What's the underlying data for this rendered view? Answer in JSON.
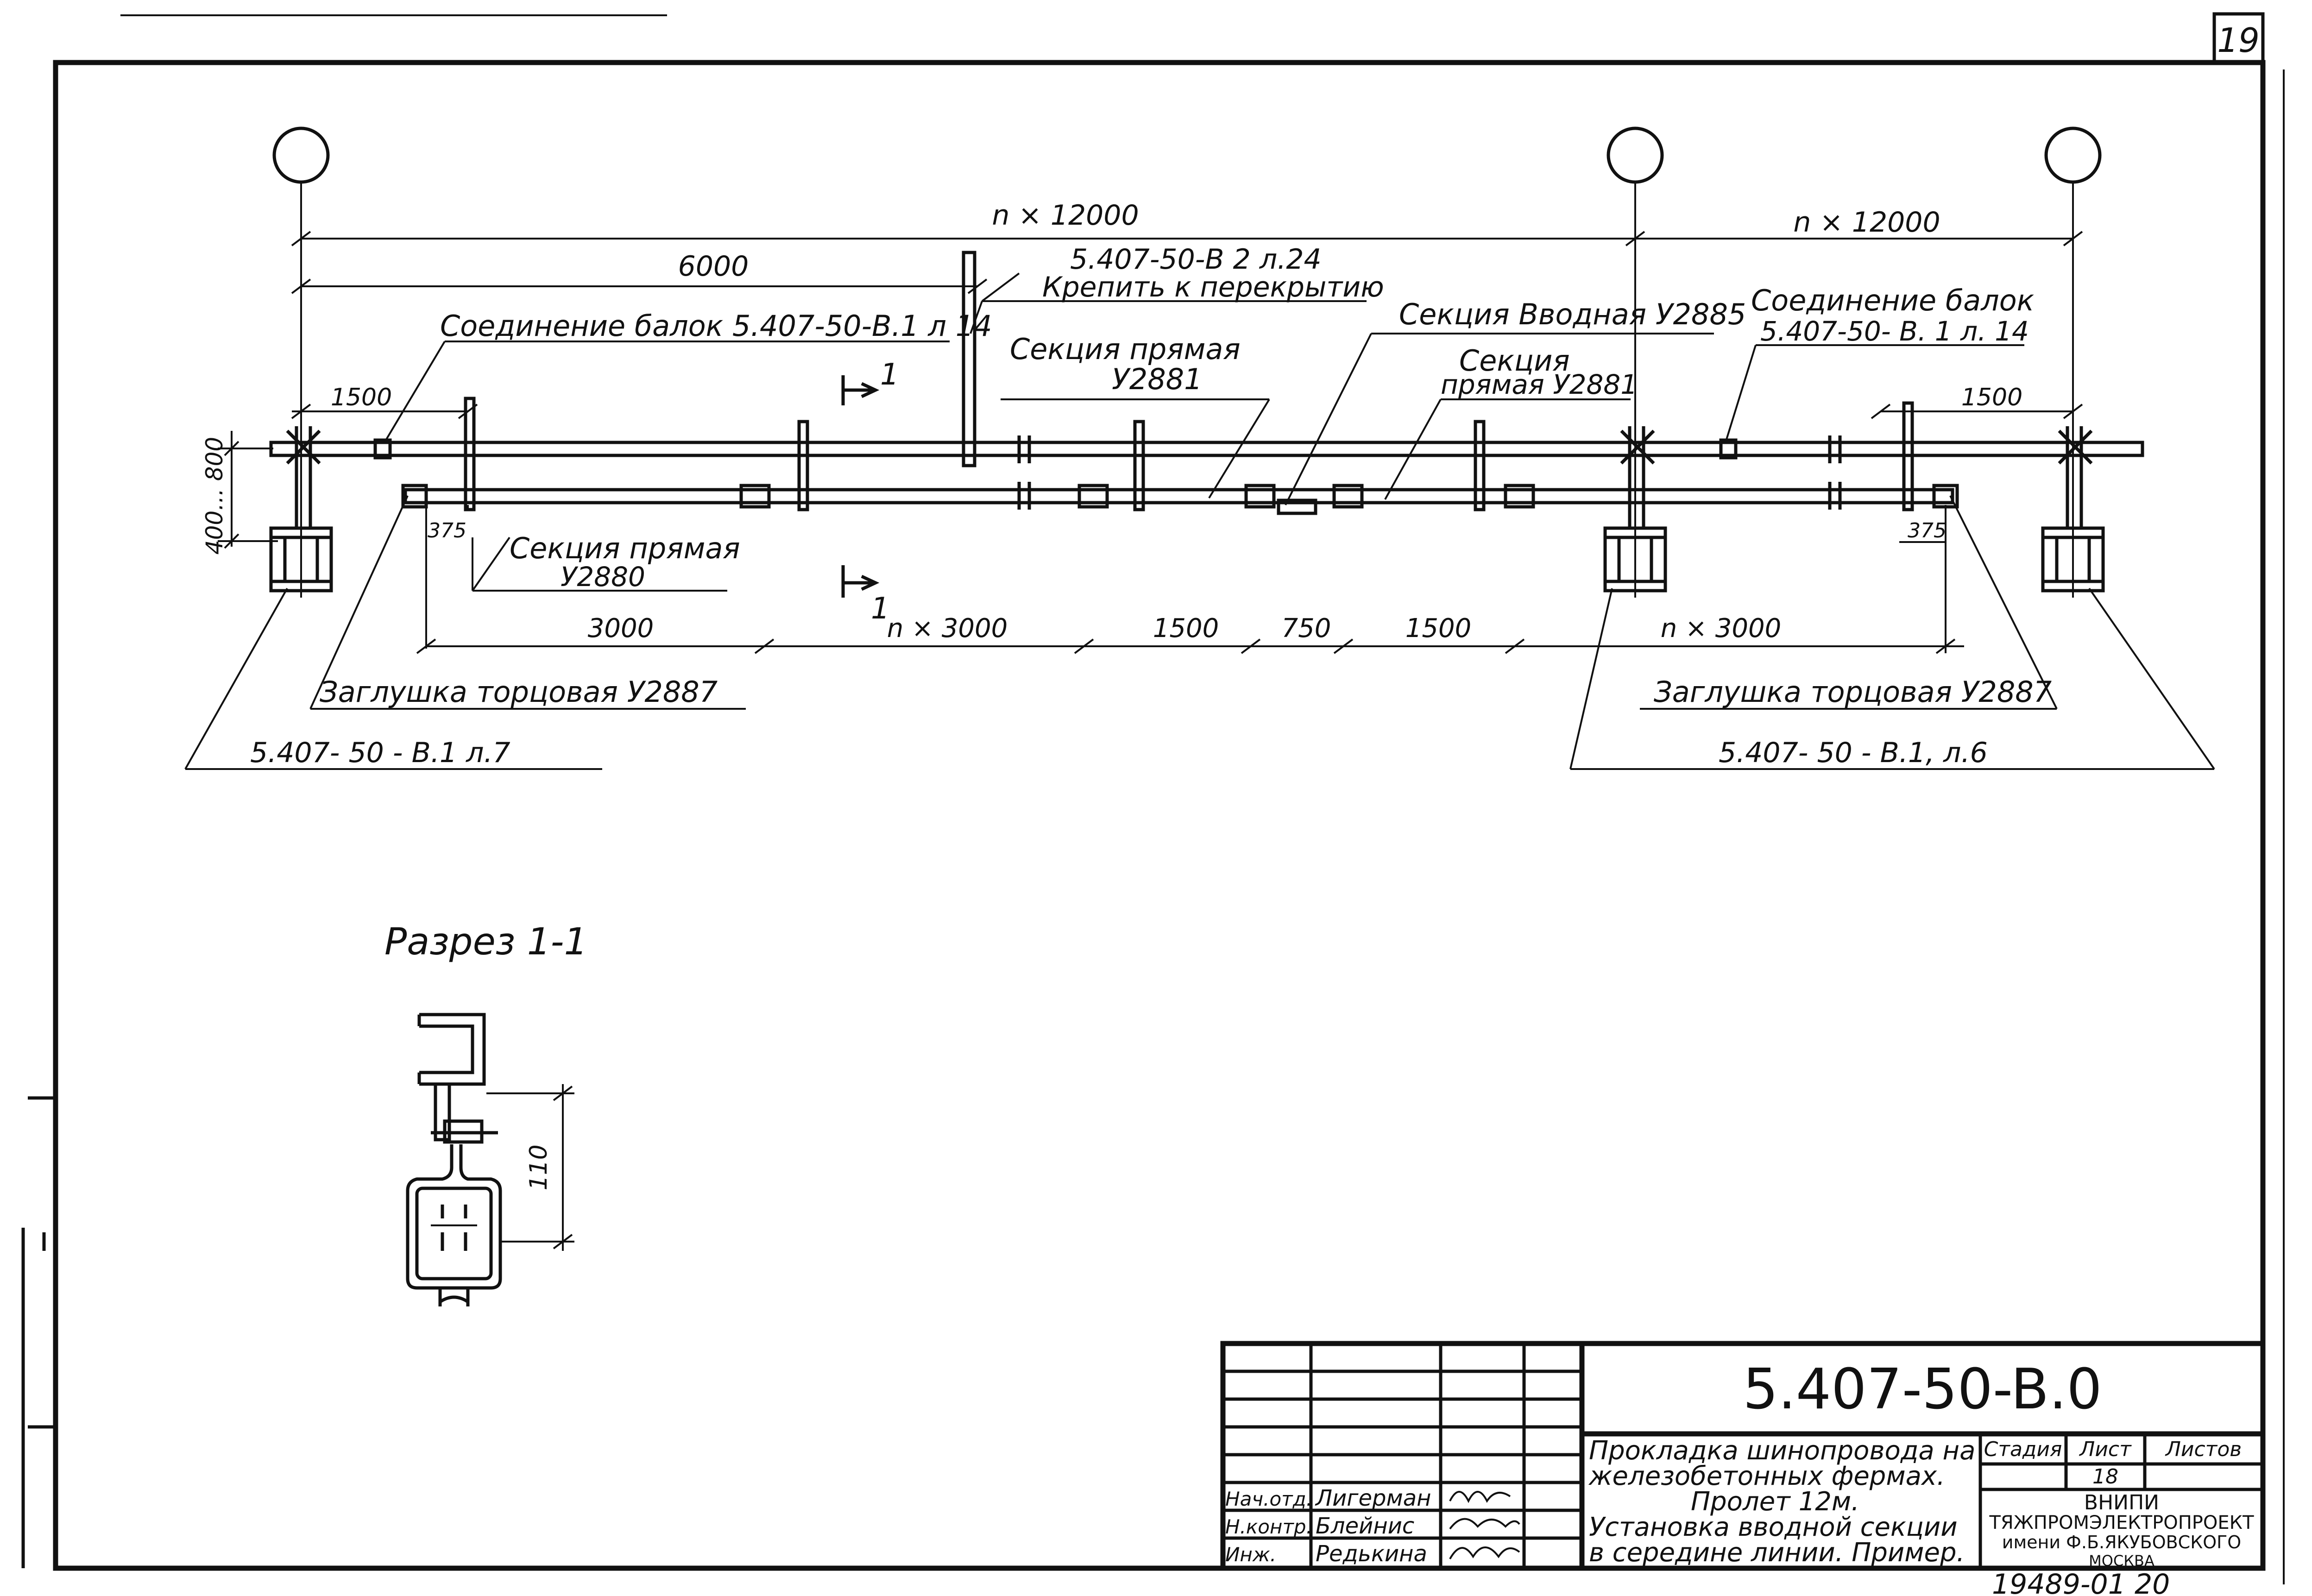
{
  "sheet": {
    "number": "19",
    "archive_number": "19489-01 20"
  },
  "plan": {
    "dim_top_left": "n × 12000",
    "dim_top_right": "n × 12000",
    "dim_6000": "6000",
    "ref_ceiling_sheet": "5.407-50-B 2 л.24",
    "ref_ceiling_note": "Крепить к перекрытию",
    "label_beam_joint_left": "Соединение балок 5.407-50-B.1 л 14",
    "label_beam_joint_right": "Соединение балок",
    "label_beam_joint_right_ref": "5.407-50- B. 1 л. 14",
    "label_section_straight_2881_a": "Секция прямая",
    "label_section_straight_2881_a_code": "У2881",
    "label_section_input": "Секция Вводная У2885",
    "label_section_straight_2881_b": "Секция",
    "label_section_straight_2881_b_code": "прямая У2881",
    "label_section_straight_2880": "Секция прямая",
    "label_section_straight_2880_code": "У2880",
    "label_end_cap_left": "Заглушка торцовая У2887",
    "label_end_cap_right": "Заглушка торцовая У2887",
    "ref_left_support": "5.407- 50 - B.1 л.7",
    "ref_right_support": "5.407- 50 - B.1, л.6",
    "dim_1500_left": "1500",
    "dim_1500_right": "1500",
    "dim_height": "400... 800",
    "dim_375_left": "375",
    "dim_375_right": "375",
    "section_mark": "1",
    "bottom_dims": [
      "3000",
      "n × 3000",
      "1500",
      "750",
      "1500",
      "n × 3000"
    ]
  },
  "section": {
    "title": "Разрез 1-1",
    "dim_110": "110"
  },
  "title_block": {
    "code": "5.407-50-B.0",
    "description_lines": [
      "Прокладка шинопровода на",
      "железобетонных  фермах.",
      "Пролет 12м.",
      "Установка вводной секции",
      "в середине линии. Пример."
    ],
    "col_stage": "Стадия",
    "col_sheet": "Лист",
    "col_sheets": "Листов",
    "sheet_value": "18",
    "org_lines": [
      "ВНИПИ",
      "ТЯЖПРОМЭЛЕКТРОПРОЕКТ",
      "имени Ф.Б.ЯКУБОВСКОГО",
      "МОСКВА"
    ],
    "signatures": [
      {
        "role": "Нач.отд.",
        "name": "Лигерман"
      },
      {
        "role": "Н.контр.",
        "name": "Блейнис"
      },
      {
        "role": "Инж.",
        "name": "Редькина"
      }
    ]
  }
}
